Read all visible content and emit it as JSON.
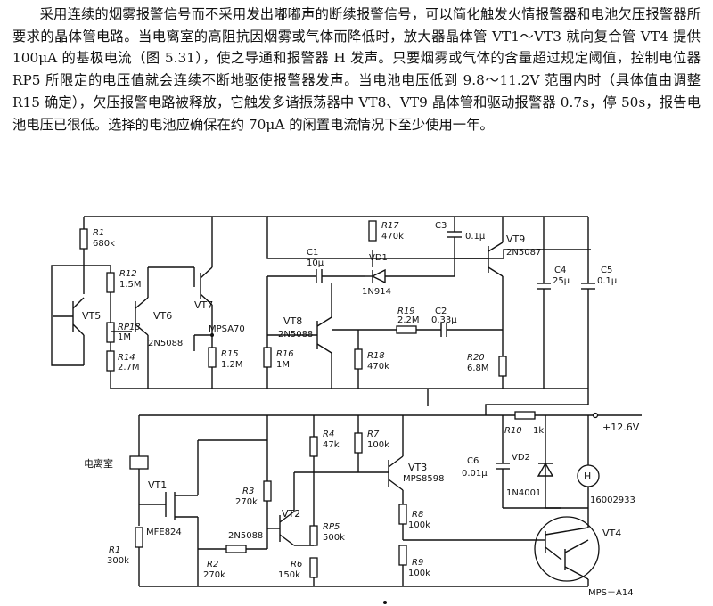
{
  "description_text": "采用连续的烟雾报警信号而不采用发出嘟嘟声的断续报警信号，可以简化触发火情报警器和电池欠压报警器所要求的晶体管电路。当电离室的高阻抗因烟雾或气体而降低时，放大器晶体管 VT1～VT3 就向复合管 VT4 提供 100μA 的基极电流（图 5.31），使之导通和报警器 H 发声。只要烟雾或气体的含量超过规定阈值，控制电位器 RP5 所限定的电压值就会连续不断地驱使报警器发声。当电池电压低到 9.8～11.2V 范围内时（具体值由调整 R15 确定），欠压报警电路被释放，它触发多谐振荡器中 VT8、VT9 晶体管和驱动报警器 0.7s，停 50s，报告电池电压已很低。选择的电池应确保在约 70μA 的闲置电流情况下至少使用一年。",
  "components": {
    "R1_top": {
      "ref": "R1",
      "value": "680k"
    },
    "R12": {
      "ref": "R12",
      "value": "1.5M"
    },
    "RP13": {
      "ref": "RP13",
      "value": "1M"
    },
    "R14": {
      "ref": "R14",
      "value": "2.7M"
    },
    "R15": {
      "ref": "R15",
      "value": "1.2M"
    },
    "R16": {
      "ref": "R16",
      "value": "1M"
    },
    "R17": {
      "ref": "R17",
      "value": "470k"
    },
    "R18": {
      "ref": "R18",
      "value": "470k"
    },
    "R19": {
      "ref": "R19",
      "value": "2.2M"
    },
    "R20": {
      "ref": "R20",
      "value": "6.8M"
    },
    "C1": {
      "ref": "C1",
      "value": "10μ"
    },
    "C2": {
      "ref": "C2",
      "value": "0.33μ"
    },
    "C3": {
      "ref": "C3",
      "value": "0.1μ"
    },
    "C4": {
      "ref": "C4",
      "value": "25μ"
    },
    "C5": {
      "ref": "C5",
      "value": "0.1μ"
    },
    "VD1": {
      "ref": "VD1",
      "value": "1N914"
    },
    "VT5": {
      "ref": "VT5"
    },
    "VT6": {
      "ref": "VT6",
      "value": "2N5088"
    },
    "VT7": {
      "ref": "VT7",
      "value": "MPSA70"
    },
    "VT8": {
      "ref": "VT8",
      "value": "2N5088"
    },
    "VT9": {
      "ref": "VT9",
      "value": "2N5087"
    },
    "R4": {
      "ref": "R4",
      "value": "47k"
    },
    "R7": {
      "ref": "R7",
      "value": "100k"
    },
    "R10": {
      "ref": "R10",
      "value": "1k"
    },
    "R3": {
      "ref": "R3",
      "value": "270k"
    },
    "R1_bot": {
      "ref": "R1",
      "value": "300k"
    },
    "R2": {
      "ref": "R2",
      "value": "270k"
    },
    "R6": {
      "ref": "R6",
      "value": "150k"
    },
    "RP5": {
      "ref": "RP5",
      "value": "500k"
    },
    "R8": {
      "ref": "R8",
      "value": "100k"
    },
    "R9": {
      "ref": "R9",
      "value": "100k"
    },
    "C6": {
      "ref": "C6",
      "value": "0.01μ"
    },
    "VD2": {
      "ref": "VD2",
      "value": "1N4001"
    },
    "VT1": {
      "ref": "VT1",
      "value": "MFE824"
    },
    "VT2": {
      "ref": "VT2",
      "value": "2N5088"
    },
    "VT3": {
      "ref": "VT3",
      "value": "MPS8598"
    },
    "VT4": {
      "ref": "VT4",
      "value": "MPS－A14"
    },
    "H": {
      "ref": "H",
      "value": "16002933"
    }
  },
  "labels": {
    "supply": "+12.6V",
    "ion_chamber": "电离室"
  }
}
